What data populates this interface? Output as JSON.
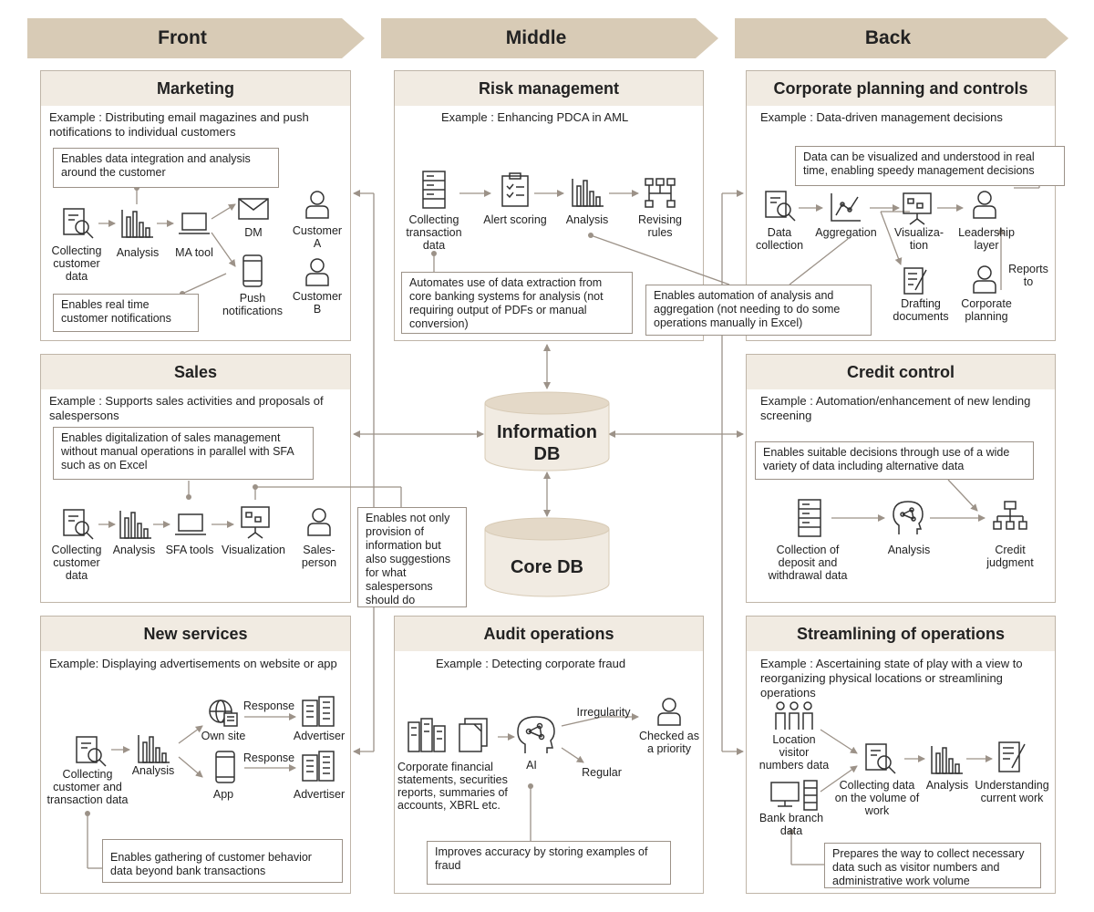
{
  "columns": {
    "front": "Front",
    "middle": "Middle",
    "back": "Back"
  },
  "marketing": {
    "title": "Marketing",
    "example": "Example : Distributing email magazines and push notifications to individual customers",
    "note1": "Enables data integration and analysis around the customer",
    "note2": "Enables real time customer notifications",
    "labels": {
      "collect": "Collecting customer data",
      "analysis": "Analysis",
      "ma": "MA tool",
      "dm": "DM",
      "push": "Push notifications",
      "custA": "Customer A",
      "custB": "Customer B"
    }
  },
  "risk": {
    "title": "Risk management",
    "example": "Example : Enhancing PDCA in AML",
    "note": "Automates use of data extraction from core banking systems for analysis (not requiring output of PDFs or manual conversion)",
    "labels": {
      "collect": "Collecting transaction data",
      "alert": "Alert scoring",
      "analysis": "Analysis",
      "revise": "Revising rules"
    }
  },
  "corporate": {
    "title": "Corporate planning and controls",
    "example": "Example : Data-driven management decisions",
    "note": "Data can be visualized and understood in real time, enabling speedy management decisions",
    "labels": {
      "data": "Data collection",
      "agg": "Aggregation",
      "vis": "Visualiza- tion",
      "leader": "Leadership layer",
      "draft": "Drafting documents",
      "corp": "Corporate planning",
      "reports": "Reports to"
    }
  },
  "middle_note": "Enables automation of analysis and aggregation (not needing to do some operations manually in Excel)",
  "sales": {
    "title": "Sales",
    "example": "Example : Supports sales activities and proposals of salespersons",
    "note1": "Enables digitalization of sales management without manual operations in parallel with SFA such as on Excel",
    "note2": "Enables not only provision of information but also suggestions for what salespersons should do",
    "labels": {
      "collect": "Collecting customer data",
      "analysis": "Analysis",
      "sfa": "SFA tools",
      "vis": "Visualization",
      "person": "Sales- person"
    }
  },
  "db": {
    "info": "Information DB",
    "core": "Core DB"
  },
  "credit": {
    "title": "Credit control",
    "example": "Example : Automation/enhancement of new lending screening",
    "note": "Enables suitable decisions through use of a wide variety of data including alternative data",
    "labels": {
      "collect": "Collection of deposit and withdrawal data",
      "analysis": "Analysis",
      "judge": "Credit judgment"
    }
  },
  "newsvc": {
    "title": "New services",
    "example": "Example: Displaying advertisements on website or app",
    "note": "Enables gathering of customer behavior data beyond bank transactions",
    "labels": {
      "collect": "Collecting customer and transaction data",
      "analysis": "Analysis",
      "site": "Own site",
      "app": "App",
      "resp1": "Response",
      "resp2": "Response",
      "adv1": "Advertiser",
      "adv2": "Advertiser"
    }
  },
  "audit": {
    "title": "Audit operations",
    "example": "Example : Detecting corporate fraud",
    "note": "Improves accuracy by storing examples of fraud",
    "labels": {
      "docs": "Corporate financial statements, securities reports, summaries of accounts, XBRL etc.",
      "ai": "AI",
      "irr": "Irregularity",
      "reg": "Regular",
      "checked": "Checked as a priority"
    }
  },
  "stream": {
    "title": "Streamlining of operations",
    "example": "Example : Ascertaining state of play with a view to reorganizing physical locations or streamlining operations",
    "note": "Prepares the way to collect necessary data such as visitor numbers and administrative work volume",
    "labels": {
      "loc": "Location visitor numbers data",
      "branch": "Bank branch data",
      "collect": "Collecting data on the volume of work",
      "analysis": "Analysis",
      "understand": "Understanding current work"
    }
  },
  "colors": {
    "band": "#d8cbb6",
    "header": "#f1ebe2",
    "line": "#9c9288",
    "border": "#bfb5a8"
  }
}
